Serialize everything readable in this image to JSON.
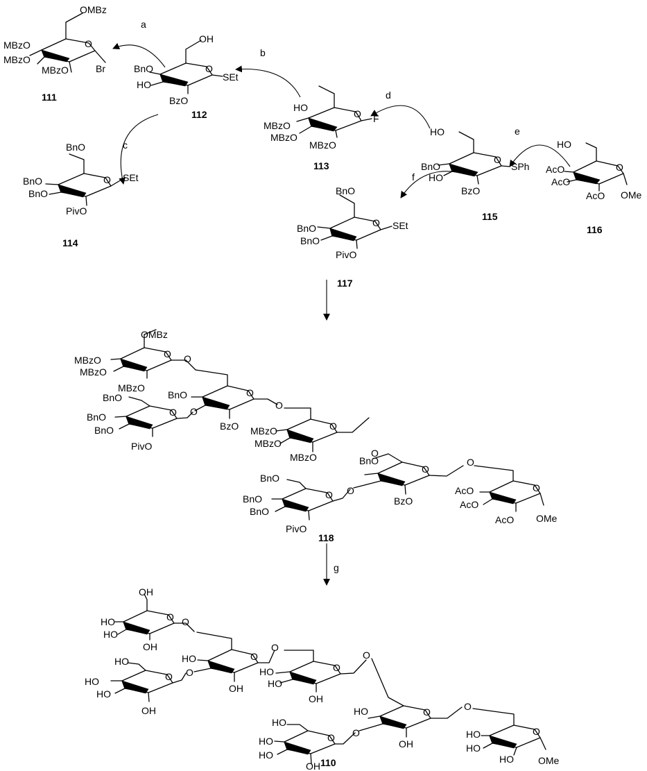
{
  "compounds": [
    {
      "id": "c111",
      "label": "111",
      "groups": [
        "OMBz",
        "MBzO",
        "MBzO",
        "MBzO",
        "Br"
      ]
    },
    {
      "id": "c112",
      "label": "112",
      "groups": [
        "OH",
        "BnO",
        "HO",
        "BzO",
        "SEt"
      ]
    },
    {
      "id": "c113",
      "label": "113",
      "groups": [
        "HO",
        "MBzO",
        "MBzO",
        "MBzO",
        "F"
      ]
    },
    {
      "id": "c114",
      "label": "114",
      "groups": [
        "BnO",
        "BnO",
        "BnO",
        "PivO",
        "SEt"
      ]
    },
    {
      "id": "c115",
      "label": "115",
      "groups": [
        "HO",
        "BnO",
        "HO",
        "BzO",
        "SPh"
      ]
    },
    {
      "id": "c116",
      "label": "116",
      "groups": [
        "HO",
        "AcO",
        "AcO",
        "AcO",
        "OMe"
      ]
    },
    {
      "id": "c117",
      "label": "117",
      "groups": [
        "BnO",
        "BnO",
        "BnO",
        "PivO",
        "SEt"
      ]
    },
    {
      "id": "c118",
      "label": "118",
      "groups": [
        "OMBz",
        "MBzO",
        "MBzO",
        "MBzO",
        "BnO",
        "BnO",
        "BnO",
        "PivO",
        "BnO",
        "BzO",
        "MBzO",
        "MBzO",
        "MBzO",
        "BnO",
        "BnO",
        "BnO",
        "PivO",
        "BnO",
        "BzO",
        "AcO",
        "AcO",
        "AcO",
        "OMe"
      ]
    },
    {
      "id": "c110",
      "label": "110",
      "groups": [
        "OH",
        "HO",
        "HO",
        "OH",
        "HO",
        "HO",
        "HO",
        "OH",
        "HO",
        "OH",
        "HO",
        "HO",
        "OH",
        "HO",
        "HO",
        "HO",
        "OH",
        "HO",
        "OH",
        "HO",
        "HO",
        "HO",
        "OMe"
      ]
    }
  ],
  "ring_o": "O",
  "linker_o": "O",
  "steps": [
    "a",
    "b",
    "c",
    "d",
    "e",
    "f",
    "g"
  ]
}
